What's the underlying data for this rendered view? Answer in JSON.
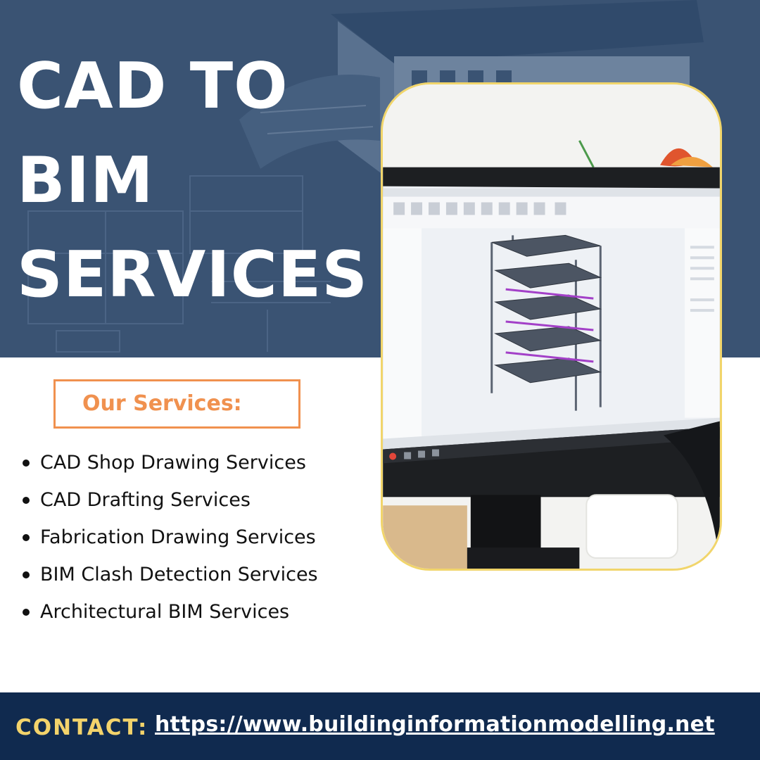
{
  "hero": {
    "title_lines": [
      "CAD TO",
      "BIM",
      "SERVICES"
    ]
  },
  "services": {
    "heading": "Our Services:",
    "items": [
      "CAD Shop Drawing Services",
      "CAD Drafting Services",
      "Fabrication Drawing Services",
      "BIM Clash Detection Services",
      "Architectural BIM Services"
    ]
  },
  "contact": {
    "label": "CONTACT:",
    "url": "https://www.buildinginformationmodelling.net"
  },
  "colors": {
    "hero_bg": "#3a5373",
    "accent_orange": "#f0914f",
    "frame_yellow": "#f1d56b",
    "footer_bg": "#102a4f",
    "contact_yellow": "#f3d36b"
  },
  "images": {
    "hero_background": "architectural-model-over-blueprints",
    "photo": "monitor-showing-cad-shelving-model"
  }
}
